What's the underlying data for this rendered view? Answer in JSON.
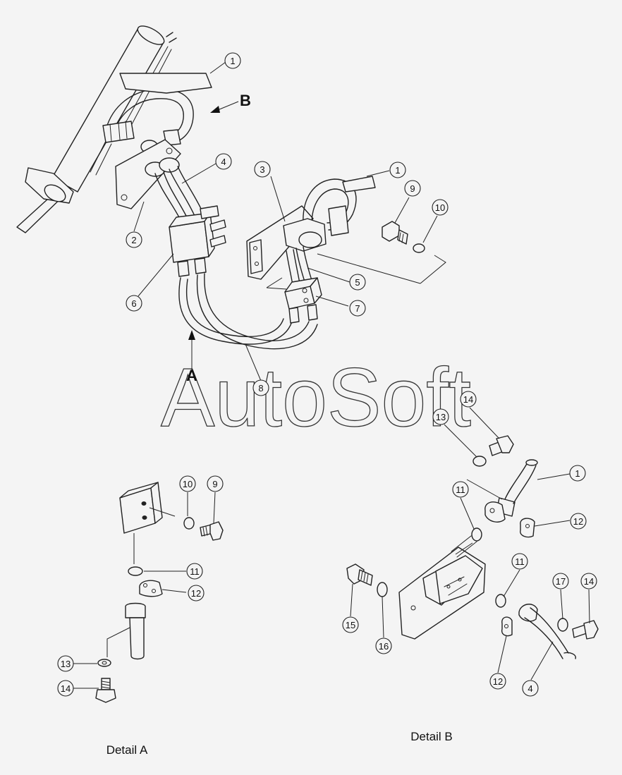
{
  "watermark": "AutoSoft",
  "view_labels": {
    "a": "A",
    "b": "B"
  },
  "captions": {
    "detail_a": "Detail A",
    "detail_b": "Detail B"
  },
  "callouts": {
    "main": [
      "1",
      "2",
      "3",
      "4",
      "1",
      "9",
      "10",
      "5",
      "6",
      "7",
      "8"
    ],
    "detail_a": [
      "10",
      "9",
      "11",
      "12",
      "13",
      "14"
    ],
    "detail_b": [
      "14",
      "13",
      "1",
      "11",
      "12",
      "11",
      "17",
      "14",
      "15",
      "16",
      "12",
      "4"
    ]
  }
}
